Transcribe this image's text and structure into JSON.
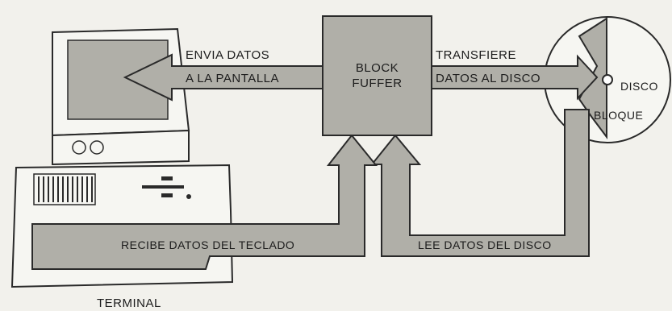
{
  "labels": {
    "send_line1": "ENVIA DATOS",
    "send_line2": "A LA PANTALLA",
    "buffer_line1": "BLOCK",
    "buffer_line2": "FUFFER",
    "transfer_line1": "TRANSFIERE",
    "transfer_line2": "DATOS AL DISCO",
    "disk": "DISCO",
    "block": "BLOQUE",
    "keyboard": "RECIBE DATOS DEL TECLADO",
    "read_disk": "LEE DATOS DEL DISCO",
    "terminal": "TERMINAL"
  },
  "colors": {
    "fill": "#b0afa8",
    "stroke": "#2a2a2a",
    "background": "#f2f1ec"
  }
}
